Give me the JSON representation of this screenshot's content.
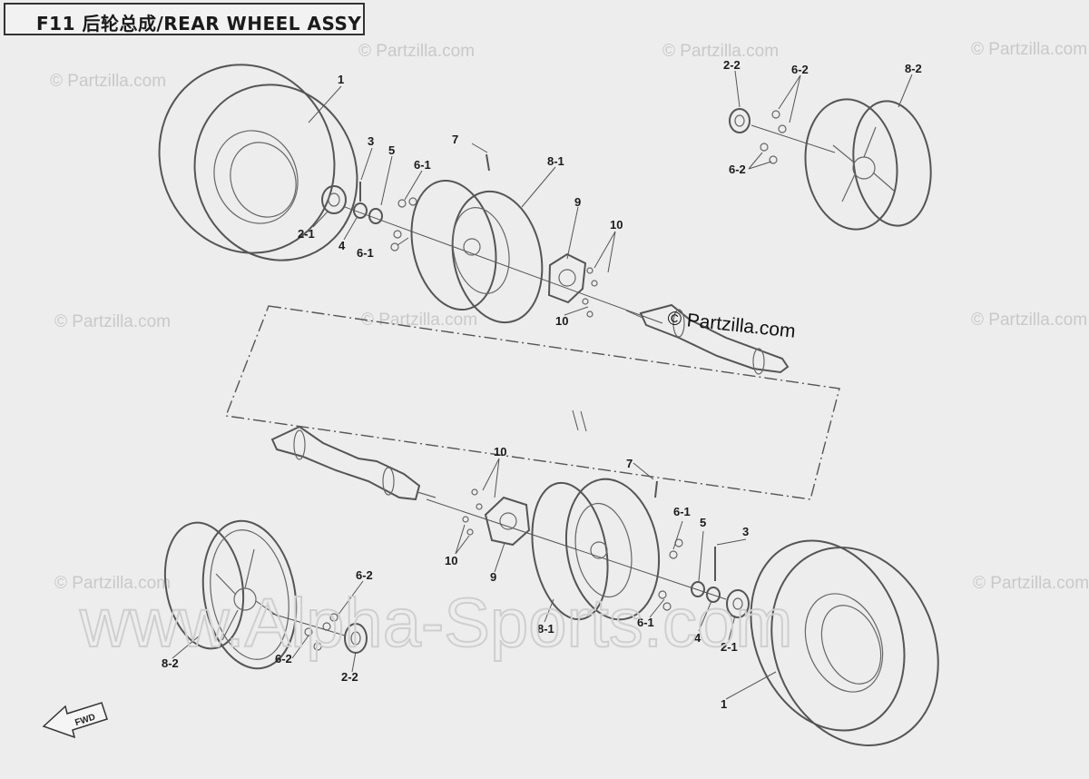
{
  "title": "F11 后轮总成/REAR WHEEL ASSY",
  "watermarks": {
    "site_small": "© Partzilla.com",
    "site_center": "© Partzilla.com",
    "overlay": "www.Alpha-Sports.com"
  },
  "fwd_indicator": "FWD",
  "callouts": {
    "tire": "1",
    "hub": "2-1",
    "hub_cap": "2-2",
    "bolt": "3",
    "washer": "4",
    "nut": "5",
    "lug_nut": "6-1",
    "lug_nut_cap": "6-2",
    "bolt_short": "7",
    "rim_steel": "8-1",
    "rim_alloy": "8-2",
    "flange": "9",
    "flange_bolt": "10"
  }
}
